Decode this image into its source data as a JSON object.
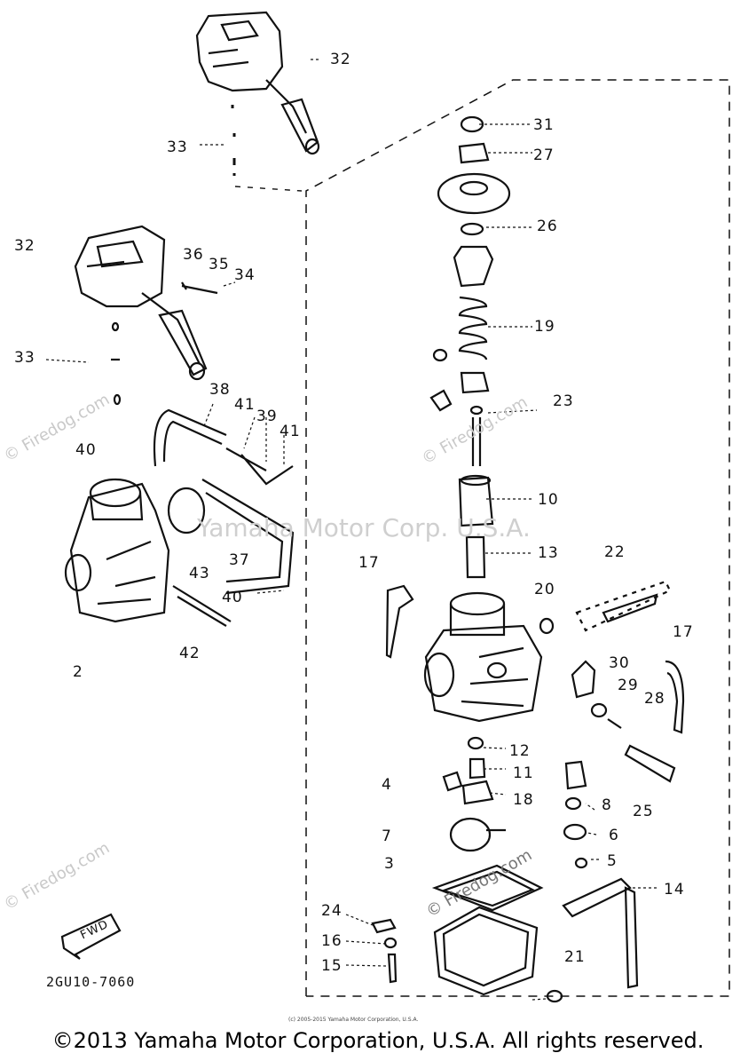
{
  "watermarks": {
    "brand": "Yamaha Motor Corp. U.S.A.",
    "site": "© Firedog.com"
  },
  "diagram_code": "2GU10-7060",
  "fwd_label": "FWD",
  "source_note": "(c) 2005-2015 Yamaha Motor Corporation, U.S.A.",
  "footer": "©2013 Yamaha Motor Corporation, U.S.A. All rights reserved.",
  "callouts": [
    "32",
    "33",
    "32",
    "36",
    "35",
    "34",
    "33",
    "38",
    "41",
    "39",
    "41",
    "40",
    "37",
    "43",
    "40",
    "42",
    "2",
    "31",
    "27",
    "26",
    "19",
    "23",
    "10",
    "13",
    "22",
    "17",
    "20",
    "17",
    "30",
    "29",
    "28",
    "12",
    "11",
    "4",
    "18",
    "8",
    "25",
    "6",
    "7",
    "5",
    "3",
    "14",
    "24",
    "16",
    "15",
    "21"
  ]
}
